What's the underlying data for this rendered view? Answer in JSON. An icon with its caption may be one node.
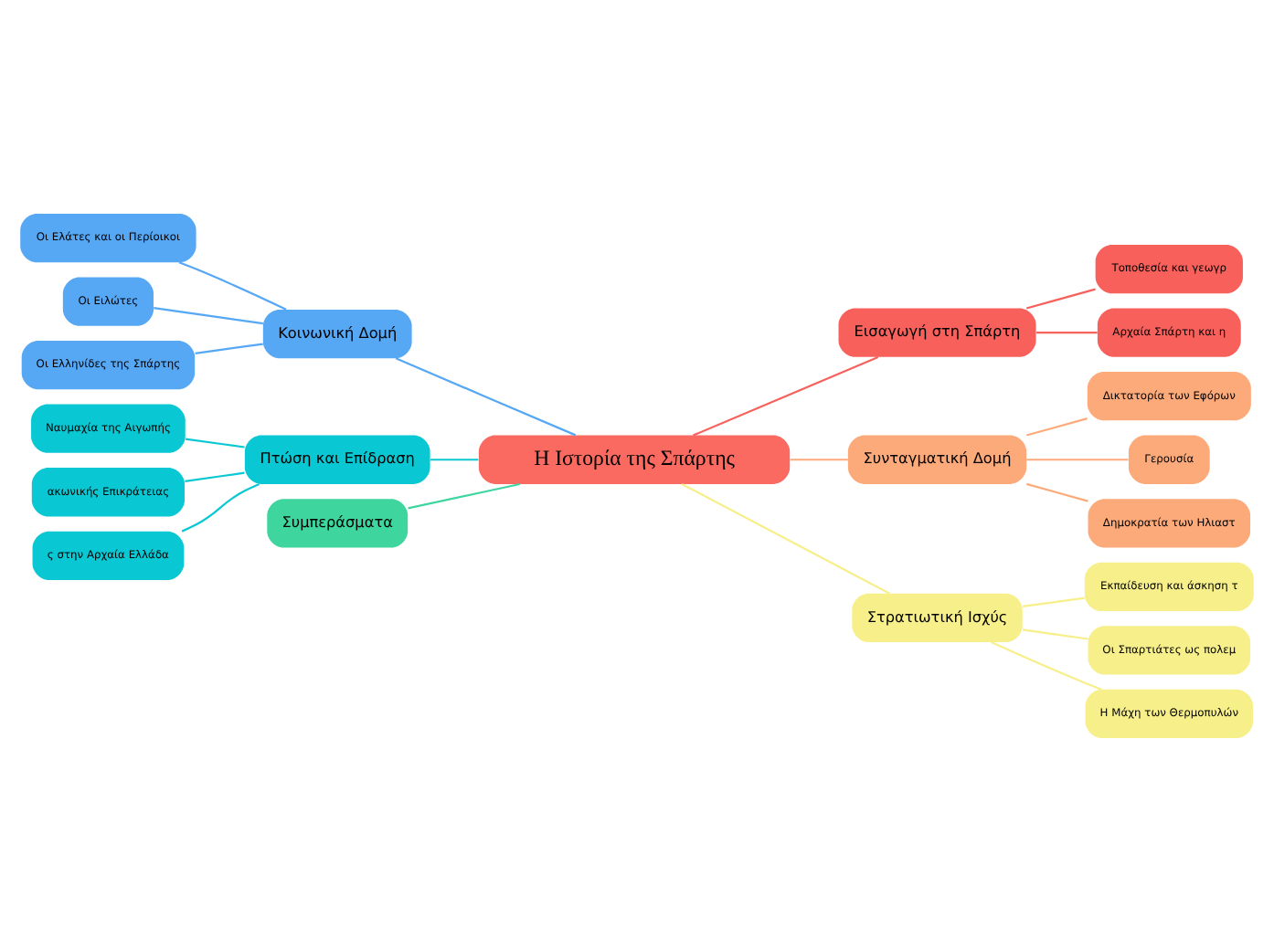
{
  "diagram": {
    "nodes": [
      {
        "text": [
          "Η Ιστορία της Σπάρτης"
        ]
      },
      {
        "text": [
          "Εισαγωγή στη Σπάρτη"
        ]
      },
      {
        "text": [
          "Τοποθεσία και γεωγρ"
        ]
      },
      {
        "text": [
          "Αρχαία Σπάρτη και η"
        ]
      },
      {
        "text": [
          "Συνταγματική Δομή"
        ]
      },
      {
        "text": [
          "Δικτατορία των Εφόρων"
        ]
      },
      {
        "text": [
          "Γερουσία"
        ]
      },
      {
        "text": [
          "Δημοκρατία των Ηλιαστ"
        ]
      },
      {
        "text": [
          "Στρατιωτική Ισχύς"
        ]
      },
      {
        "text": [
          "Εκπαίδευση και άσκηση τ"
        ]
      },
      {
        "text": [
          "Οι Σπαρτιάτες ως πολεμ"
        ]
      },
      {
        "text": [
          "Η Μάχη των Θερμοπυλών"
        ]
      },
      {
        "text": [
          "Κοινωνική Δομή"
        ]
      },
      {
        "text": [
          "Οι Ελάτες και οι Περίοικοι"
        ]
      },
      {
        "text": [
          "Οι Ειλώτες"
        ]
      },
      {
        "text": [
          "Οι Ελληνίδες της Σπάρτης"
        ]
      },
      {
        "text": [
          "Πτώση και Επίδραση"
        ]
      },
      {
        "text": [
          "Ναυμαχία της Αιγωπής"
        ]
      },
      {
        "text": [
          "ακωνικής Επικράτειας"
        ]
      },
      {
        "text": [
          "ς στην Αρχαία Ελλάδα"
        ]
      },
      {
        "text": [
          "Συμπεράσματα"
        ]
      }
    ],
    "edges": [
      {
        "from": 0,
        "to": 1,
        "arrow": "none",
        "color": "#f8615b"
      },
      {
        "from": 1,
        "to": 2,
        "arrow": "none",
        "color": "#f8615b"
      },
      {
        "from": 1,
        "to": 3,
        "arrow": "none",
        "color": "#f8615b"
      },
      {
        "from": 0,
        "to": 4,
        "arrow": "none",
        "color": "#fdaa7a"
      },
      {
        "from": 4,
        "to": 5,
        "arrow": "none",
        "color": "#fdaa7a"
      },
      {
        "from": 4,
        "to": 6,
        "arrow": "none",
        "color": "#fdaa7a"
      },
      {
        "from": 4,
        "to": 7,
        "arrow": "none",
        "color": "#fdaa7a"
      },
      {
        "from": 0,
        "to": 8,
        "arrow": "none",
        "color": "#f7ef8a"
      },
      {
        "from": 8,
        "to": 9,
        "arrow": "none",
        "color": "#f7ef8a"
      },
      {
        "from": 8,
        "to": 10,
        "arrow": "none",
        "color": "#f7ef8a"
      },
      {
        "from": 8,
        "to": 11,
        "arrow": "none",
        "color": "#f7ef8a"
      },
      {
        "from": 0,
        "to": 12,
        "arrow": "none",
        "color": "#56a8f5"
      },
      {
        "from": 12,
        "to": 13,
        "arrow": "none",
        "color": "#56a8f5"
      },
      {
        "from": 12,
        "to": 14,
        "arrow": "none",
        "color": "#56a8f5"
      },
      {
        "from": 12,
        "to": 15,
        "arrow": "none",
        "color": "#56a8f5"
      },
      {
        "from": 0,
        "to": 16,
        "arrow": "none",
        "color": "#0ac8d3"
      },
      {
        "from": 16,
        "to": 17,
        "arrow": "none",
        "color": "#0ac8d3"
      },
      {
        "from": 16,
        "to": 18,
        "arrow": "none",
        "color": "#0ac8d3"
      },
      {
        "from": 16,
        "to": 19,
        "arrow": "none",
        "color": "#0ac8d3"
      },
      {
        "from": 0,
        "to": 20,
        "arrow": "none",
        "color": "#3ed59f"
      }
    ]
  }
}
